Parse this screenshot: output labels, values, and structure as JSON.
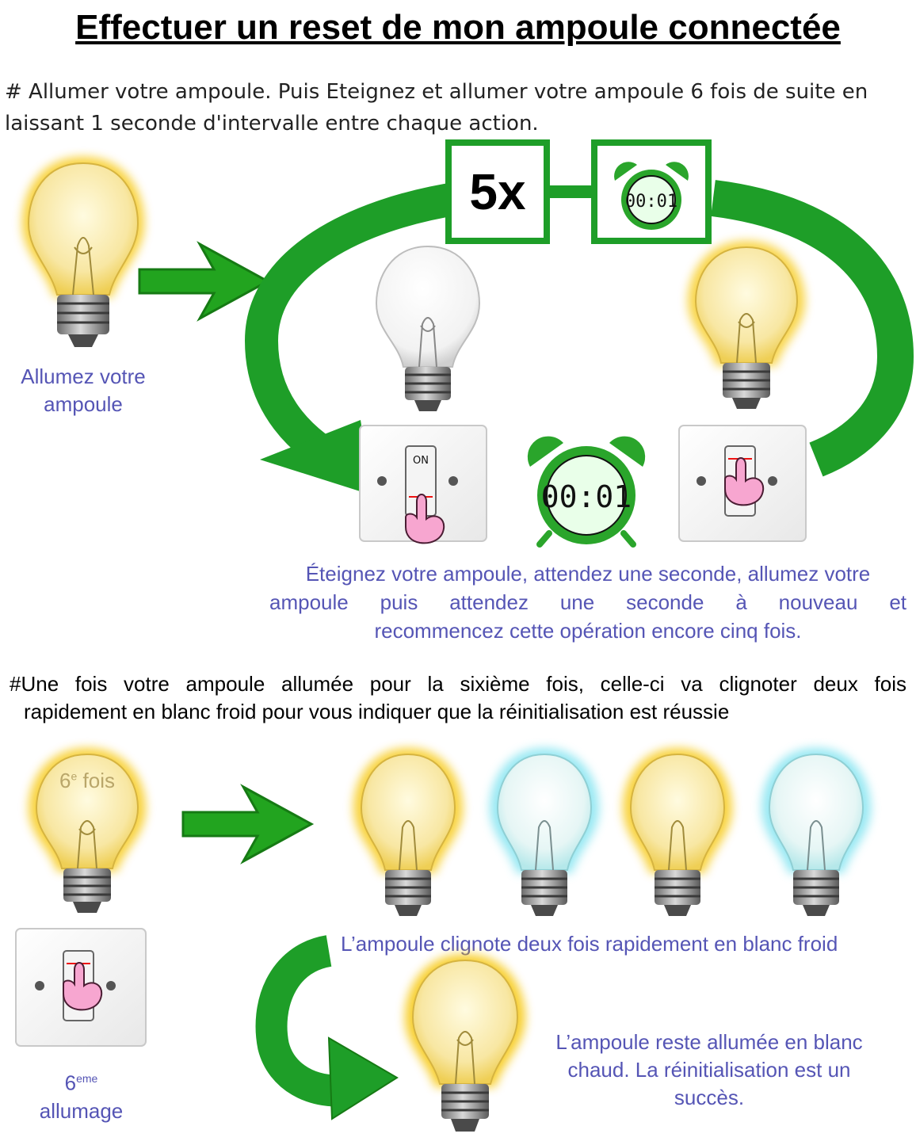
{
  "title": "Effectuer un reset de mon ampoule connectée",
  "intro_line1": "# Allumer votre ampoule. Puis Eteignez et allumer votre ampoule 6 fois de suite en",
  "intro_line2": "laissant 1 seconde d'intervalle entre chaque action.",
  "step1_caption_line1": "Allumez votre",
  "step1_caption_line2": "ampoule",
  "repeat_count": "5x",
  "timer_value": "00:01",
  "switch_on_label": "ON",
  "cycle_caption_line1": "Éteignez votre ampoule, attendez une seconde, allumez votre",
  "cycle_caption_line2": "ampoule puis attendez une seconde à nouveau et",
  "cycle_caption_line3": "recommencez cette opération encore cinq fois.",
  "section2_line1": "#Une fois votre ampoule allumée pour la sixième fois, celle-ci va clignoter deux fois",
  "section2_line2": "rapidement en blanc froid pour vous indiquer que la réinitialisation est réussie",
  "sixth_bulb_num": "6",
  "sixth_bulb_sup": "e",
  "sixth_bulb_word": " fois",
  "blink_caption": "L’ampoule clignote deux fois rapidement en blanc froid",
  "final_caption_line1": "L’ampoule reste allumée en blanc",
  "final_caption_line2": "chaud. La réinitialisation est un",
  "final_caption_line3": "succès.",
  "sixth_switch_num": "6",
  "sixth_switch_sup": "eme",
  "sixth_switch_word": "allumage",
  "colors": {
    "green": "#1e9e28",
    "caption_blue": "#5555b5",
    "warm_glow": "#f6c400",
    "cold_glow": "#7fe3f0"
  }
}
